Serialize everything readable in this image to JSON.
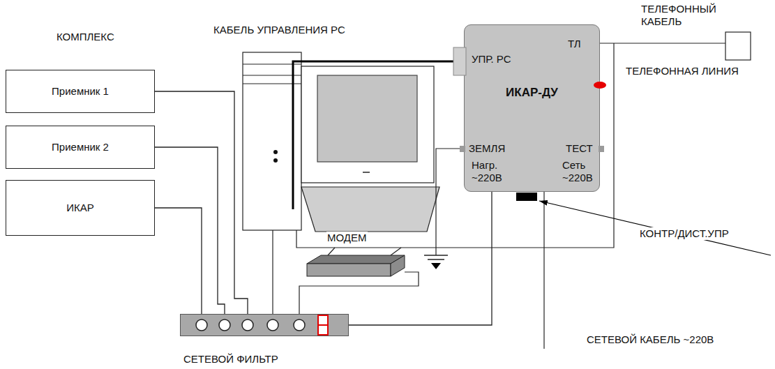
{
  "diagram": {
    "nodes": [
      {
        "text": [
          "Приемник 1"
        ]
      },
      {
        "text": [
          "Приемник 2"
        ]
      },
      {
        "text": [
          "ИКАР"
        ]
      },
      {
        "text": [
          "УПР. РС",
          "ТЛ",
          "ИКАР-ДУ",
          "ЗЕМЛЯ",
          "ТЕСТ",
          "Нагр. ~220В",
          "Сеть ~220В"
        ]
      },
      {
        "text": [
          "СЕТЕВОЙ ФИЛЬТР"
        ]
      }
    ],
    "edges": [
      {
        "from": 0,
        "to": 4,
        "arrow": "none"
      },
      {
        "from": 1,
        "to": 4,
        "arrow": "none"
      },
      {
        "from": 2,
        "to": 4,
        "arrow": "none"
      },
      {
        "from": 4,
        "to": 3,
        "arrow": "none"
      }
    ],
    "labels": [
      "КОМПЛЕКС",
      "КАБЕЛЬ УПРАВЛЕНИЯ РС",
      "ТЕЛЕФОННЫЙ КАБЕЛЬ",
      "ТЕЛЕФОННАЯ ЛИНИЯ",
      "МОДЕМ",
      "КОНТР/ДИСТ.УПР",
      "СЕТЕВОЙ КАБЕЛЬ ~220В"
    ]
  }
}
